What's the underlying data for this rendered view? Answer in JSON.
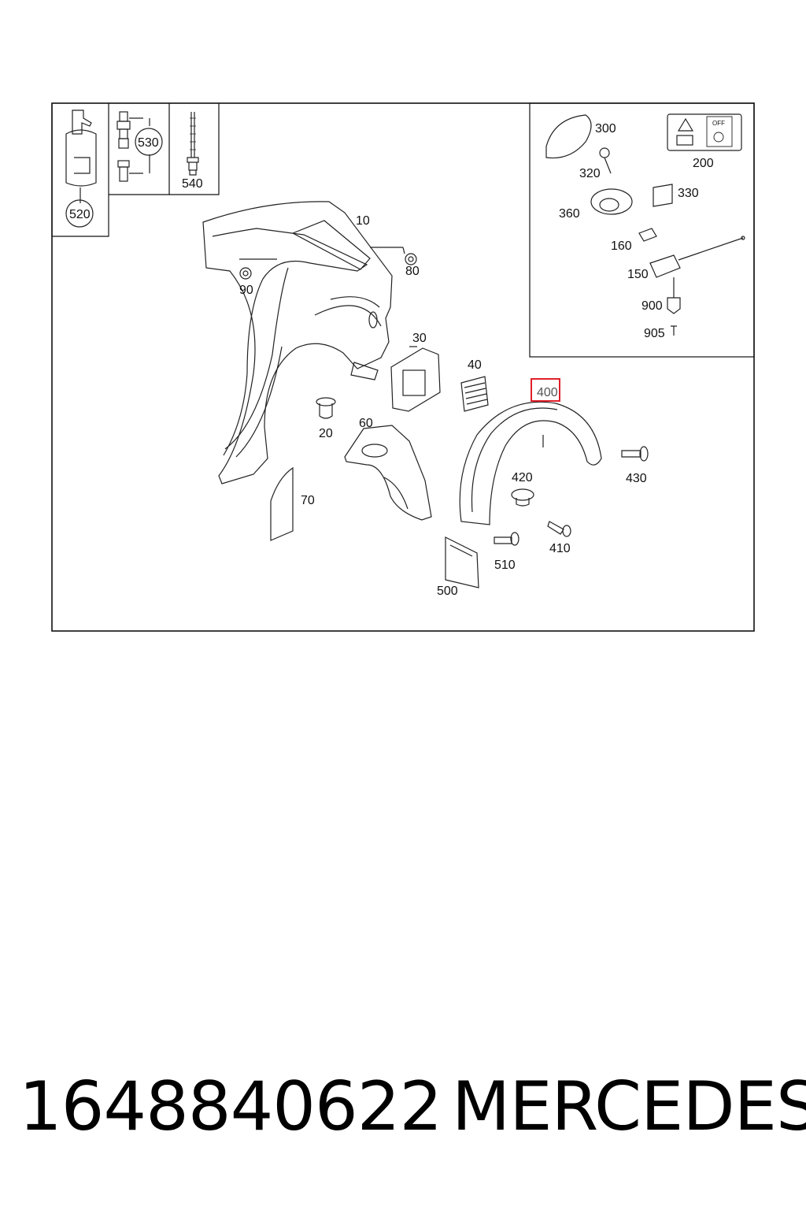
{
  "diagram": {
    "callouts": {
      "c10": "10",
      "c20": "20",
      "c30": "30",
      "c40": "40",
      "c60": "60",
      "c70": "70",
      "c80": "80",
      "c90": "90",
      "c150": "150",
      "c160": "160",
      "c200": "200",
      "c300": "300",
      "c320": "320",
      "c330": "330",
      "c360": "360",
      "c400": "400",
      "c410": "410",
      "c420": "420",
      "c430": "430",
      "c500": "500",
      "c510": "510",
      "c520": "520",
      "c530": "530",
      "c540": "540",
      "c900": "900",
      "c905": "905"
    },
    "highlighted_callout": "400",
    "highlight_color": "#e0202a",
    "icon_off_text": "OFF"
  },
  "caption": {
    "part_number": "1648840622",
    "brand": "MERCEDES"
  }
}
